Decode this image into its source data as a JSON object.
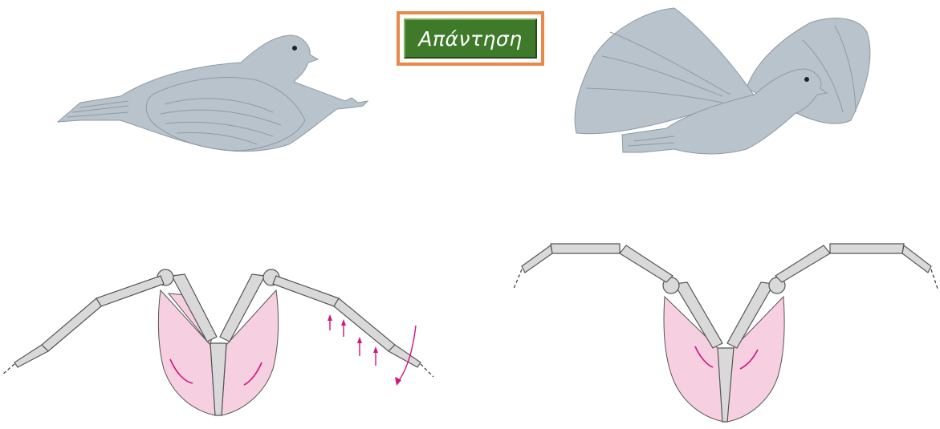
{
  "answer_button": {
    "label": "Απάντηση"
  },
  "colors": {
    "bird_fill": "#b9c3cc",
    "bird_stroke": "#8e9aa5",
    "bone_fill": "#d9d9d9",
    "bone_stroke": "#555555",
    "muscle_fill": "#f6cfe0",
    "arrow_color": "#d4147e",
    "button_orange": "#e8894a",
    "button_green": "#3f7a2a"
  },
  "figures": [
    {
      "id": "bird-downstroke",
      "icon": "flying-bird-wings-down"
    },
    {
      "id": "bird-upstroke",
      "icon": "flying-bird-wings-up"
    },
    {
      "id": "skeleton-wings-down",
      "icon": "wing-skeleton-downstroke"
    },
    {
      "id": "skeleton-wings-up",
      "icon": "wing-skeleton-upstroke"
    }
  ]
}
